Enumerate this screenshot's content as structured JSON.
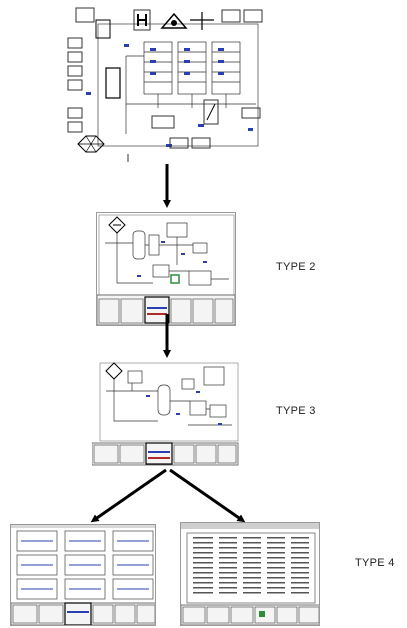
{
  "labels": {
    "type2": "TYPE 2",
    "type3": "TYPE 3",
    "type4": "TYPE 4"
  },
  "colors": {
    "arrow": "#000000",
    "line": "#444444",
    "accent_blue": "#2a3fb0",
    "accent_green": "#2e8b3a"
  }
}
